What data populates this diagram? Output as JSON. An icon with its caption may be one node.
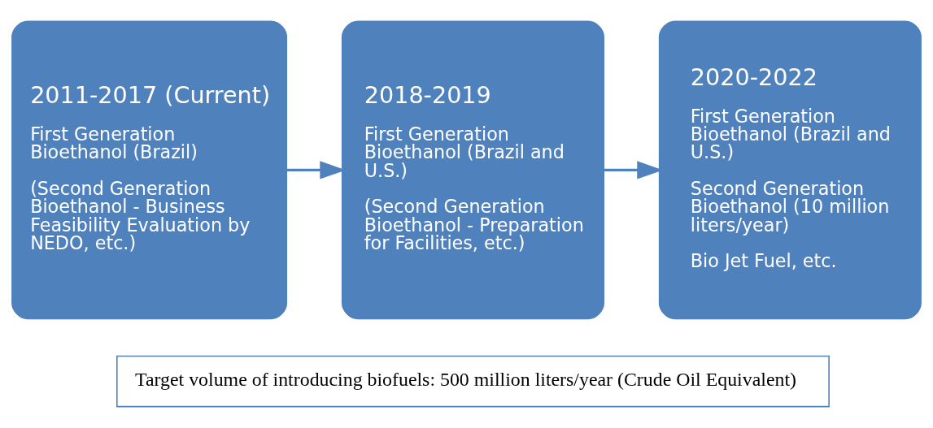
{
  "diagram": {
    "nodes": [
      {
        "text": [
          "2011-2017 (Current)",
          "First Generation Bioethanol (Brazil)",
          "(Second Generation Bioethanol - Business Feasibility Evaluation by NEDO, etc.)"
        ]
      },
      {
        "text": [
          "2018-2019",
          "First Generation Bioethanol (Brazil and U.S.)",
          "(Second Generation Bioethanol - Preparation for Facilities, etc.)"
        ]
      },
      {
        "text": [
          "2020-2022",
          "First Generation Bioethanol (Brazil and U.S.)",
          "Second Generation Bioethanol (10 million liters/year)",
          "Bio Jet Fuel, etc."
        ]
      },
      {
        "text": [
          "Target volume of introducing biofuels: 500 million liters/year (Crude Oil Equivalent)"
        ]
      }
    ],
    "edges": [
      {
        "from": 0,
        "to": 1,
        "arrow": "to"
      },
      {
        "from": 1,
        "to": 2,
        "arrow": "to"
      }
    ]
  }
}
